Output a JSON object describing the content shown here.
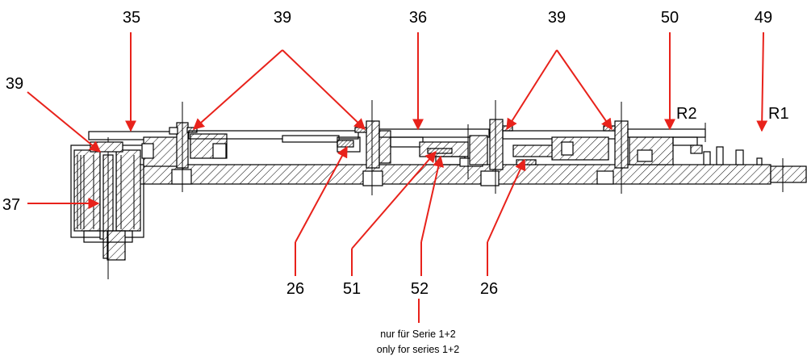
{
  "labels": {
    "l35": "35",
    "l39_top_left": "39",
    "l36": "36",
    "l39_top_right": "39",
    "l50": "50",
    "l49": "49",
    "l39_left": "39",
    "r2": "R2",
    "r1": "R1",
    "l37": "37",
    "l26_left": "26",
    "l51": "51",
    "l52": "52",
    "l26_right": "26"
  },
  "note": {
    "line_de": "nur für Serie 1+2",
    "line_en": "only for series 1+2"
  },
  "colors": {
    "leader": "#e8221b",
    "drawing": "#000000",
    "background": "#ffffff"
  }
}
